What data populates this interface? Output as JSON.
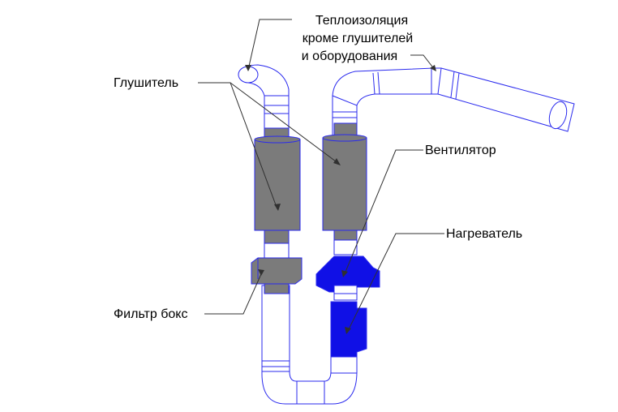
{
  "labels": {
    "insulation_line1": "Теплоизоляция",
    "insulation_line2": "кроме глушителей",
    "insulation_line3": "и оборудования",
    "muffler": "Глушитель",
    "fan": "Вентилятор",
    "heater": "Нагреватель",
    "filter_box": "Фильтр бокс"
  },
  "colors": {
    "duct_outline": "#2a2aee",
    "equipment_gray": "#7b7b7b",
    "equipment_blue": "#1010e6",
    "leader_line": "#303030"
  }
}
